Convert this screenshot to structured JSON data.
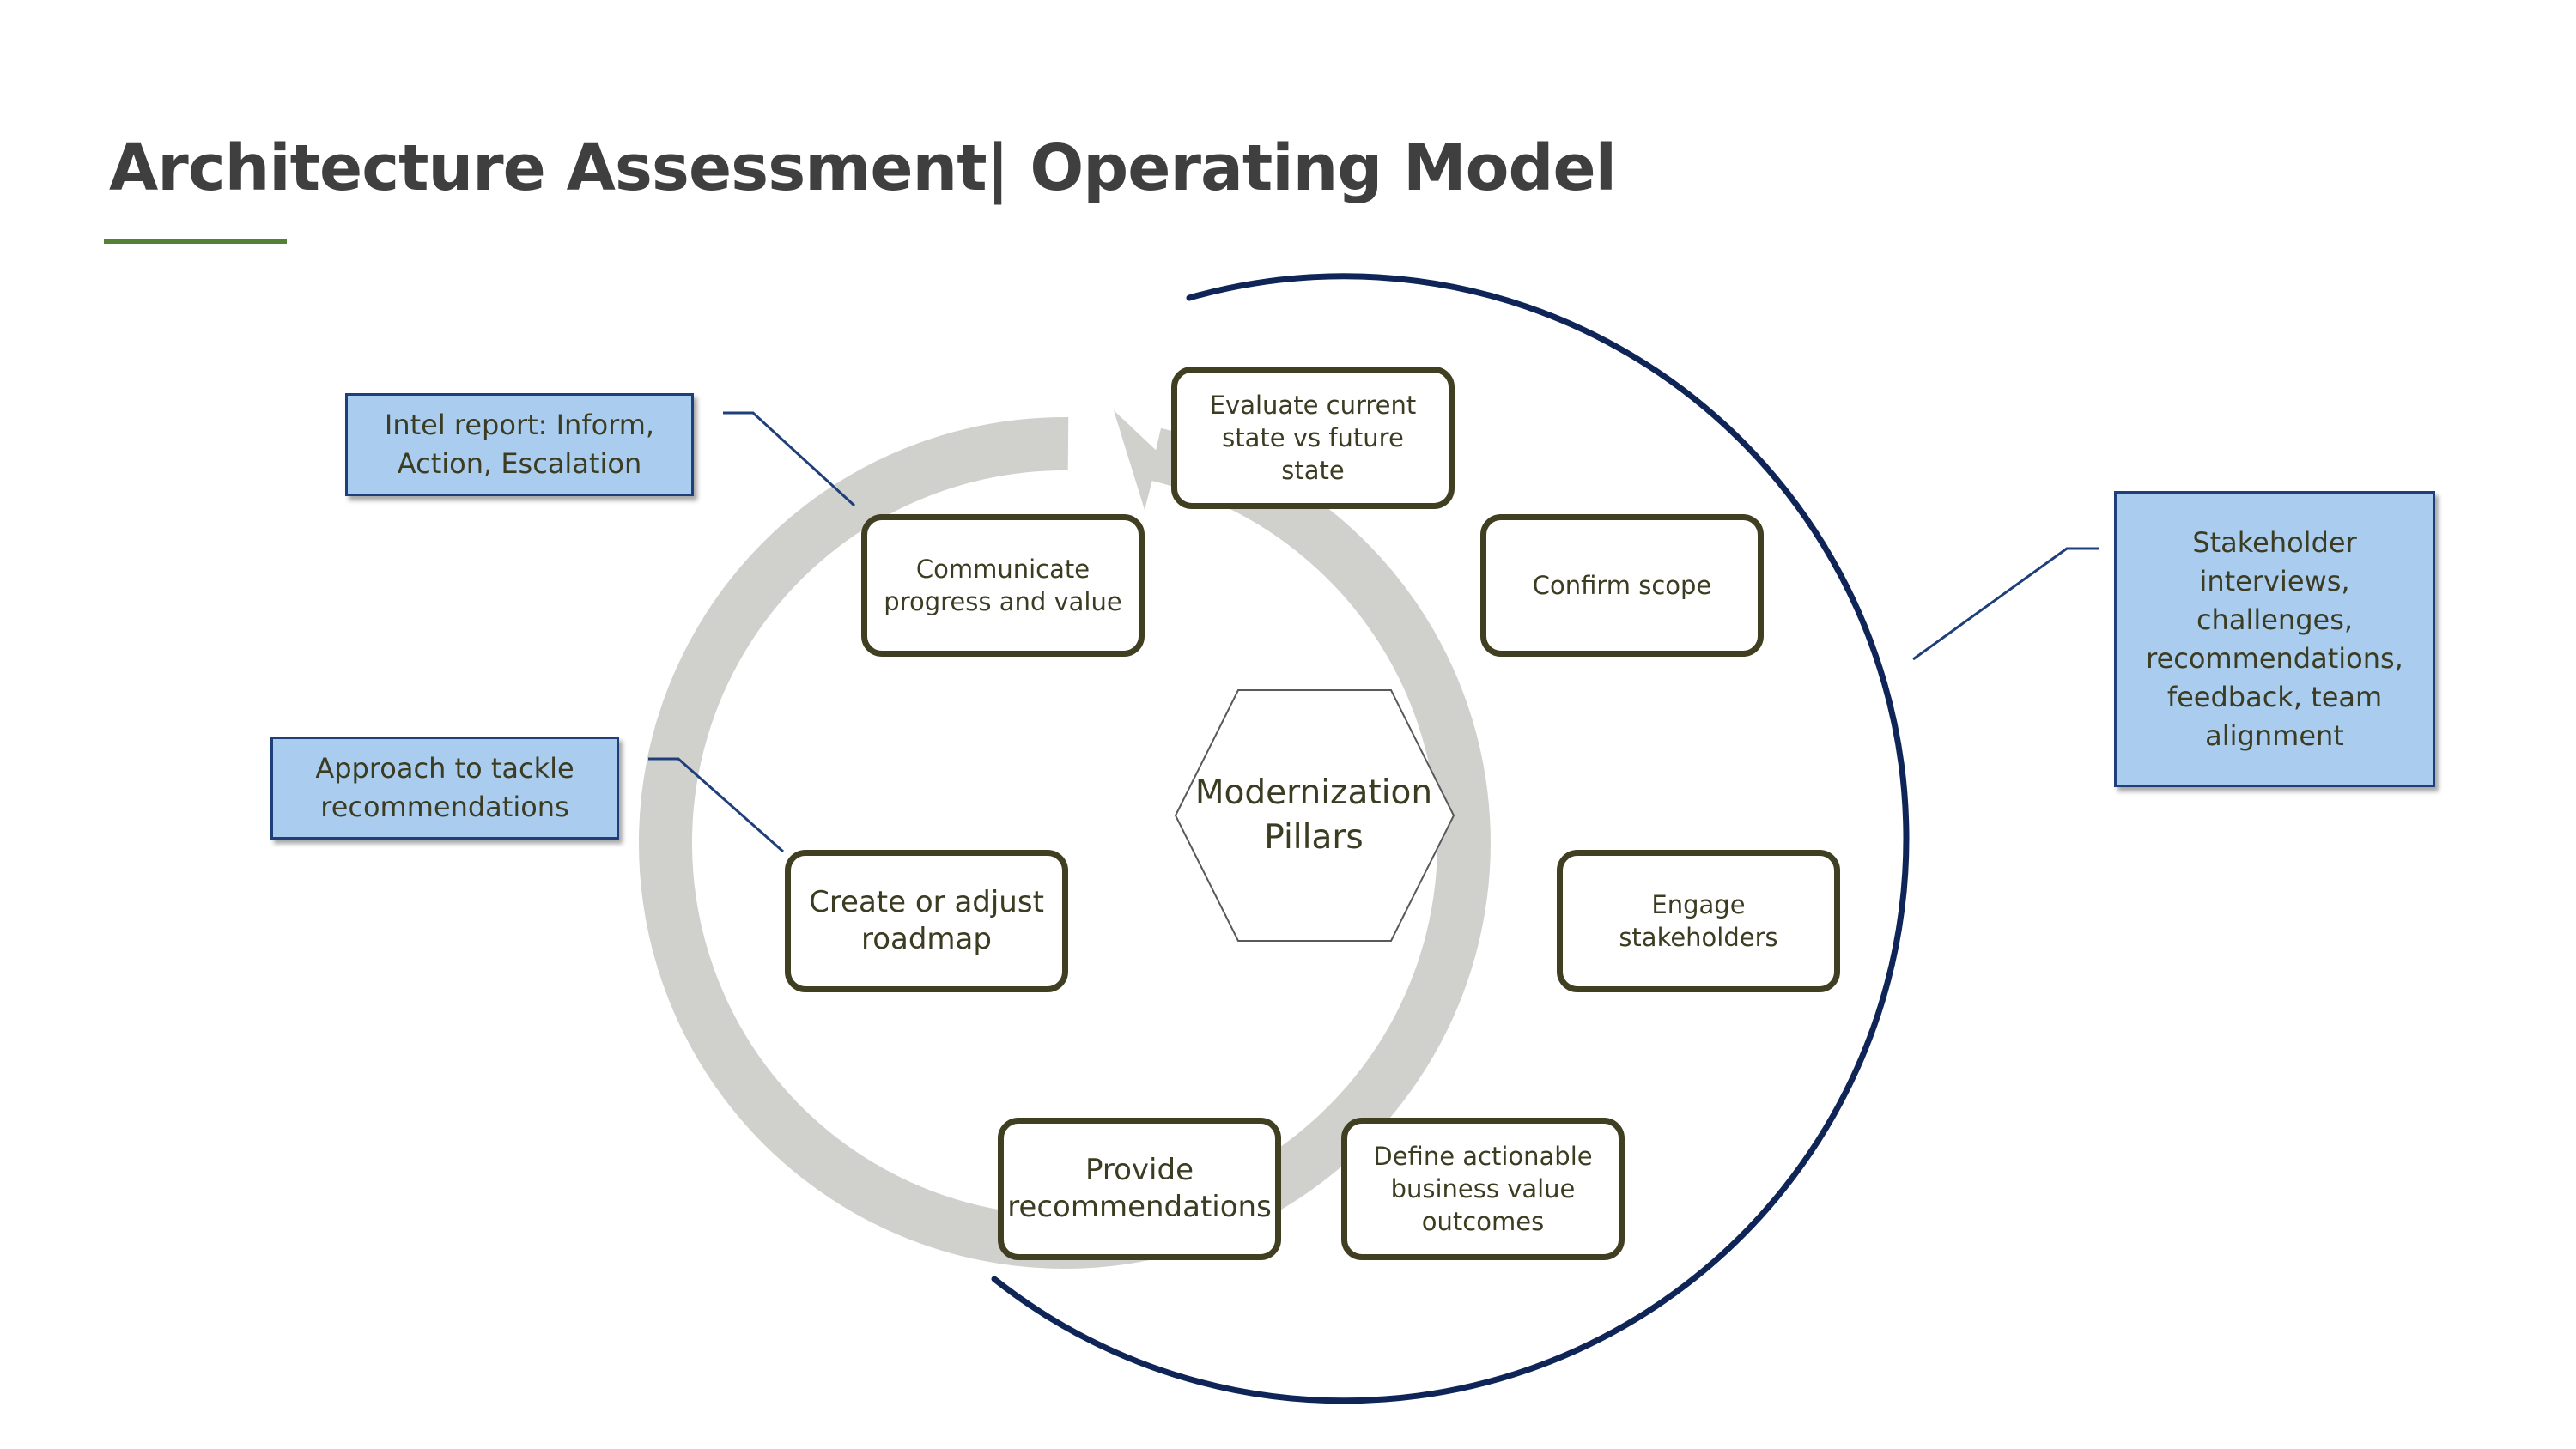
{
  "slide": {
    "title": "Architecture Assessment| Operating Model"
  },
  "colors": {
    "title_text": "#3f3f3f",
    "title_rule": "#538135",
    "cycle_ring": "#d0d0cc",
    "step_border": "#403f22",
    "outer_arc": "#0f2557",
    "note_fill": "#a9ccef",
    "note_border": "#1f3f7a"
  },
  "center": {
    "label": "Modernization\nPillars",
    "shape": "hexagon"
  },
  "steps": [
    {
      "label": "Evaluate current\nstate vs future state"
    },
    {
      "label": "Confirm scope"
    },
    {
      "label": "Engage stakeholders"
    },
    {
      "label": "Define actionable\nbusiness value\noutcomes"
    },
    {
      "label": "Provide\nrecommendations"
    },
    {
      "label": "Create or adjust\nroadmap"
    },
    {
      "label": "Communicate\nprogress and value"
    }
  ],
  "notes": {
    "intel_report": "Intel report:  Inform,\nAction, Escalation",
    "approach": "Approach to tackle\nrecommendations",
    "stakeholder": "Stakeholder\ninterviews,\nchallenges,\nrecommendations,\nfeedback, team\nalignment"
  },
  "icons": {
    "cycle_arrow": "circular-arrow-icon"
  }
}
